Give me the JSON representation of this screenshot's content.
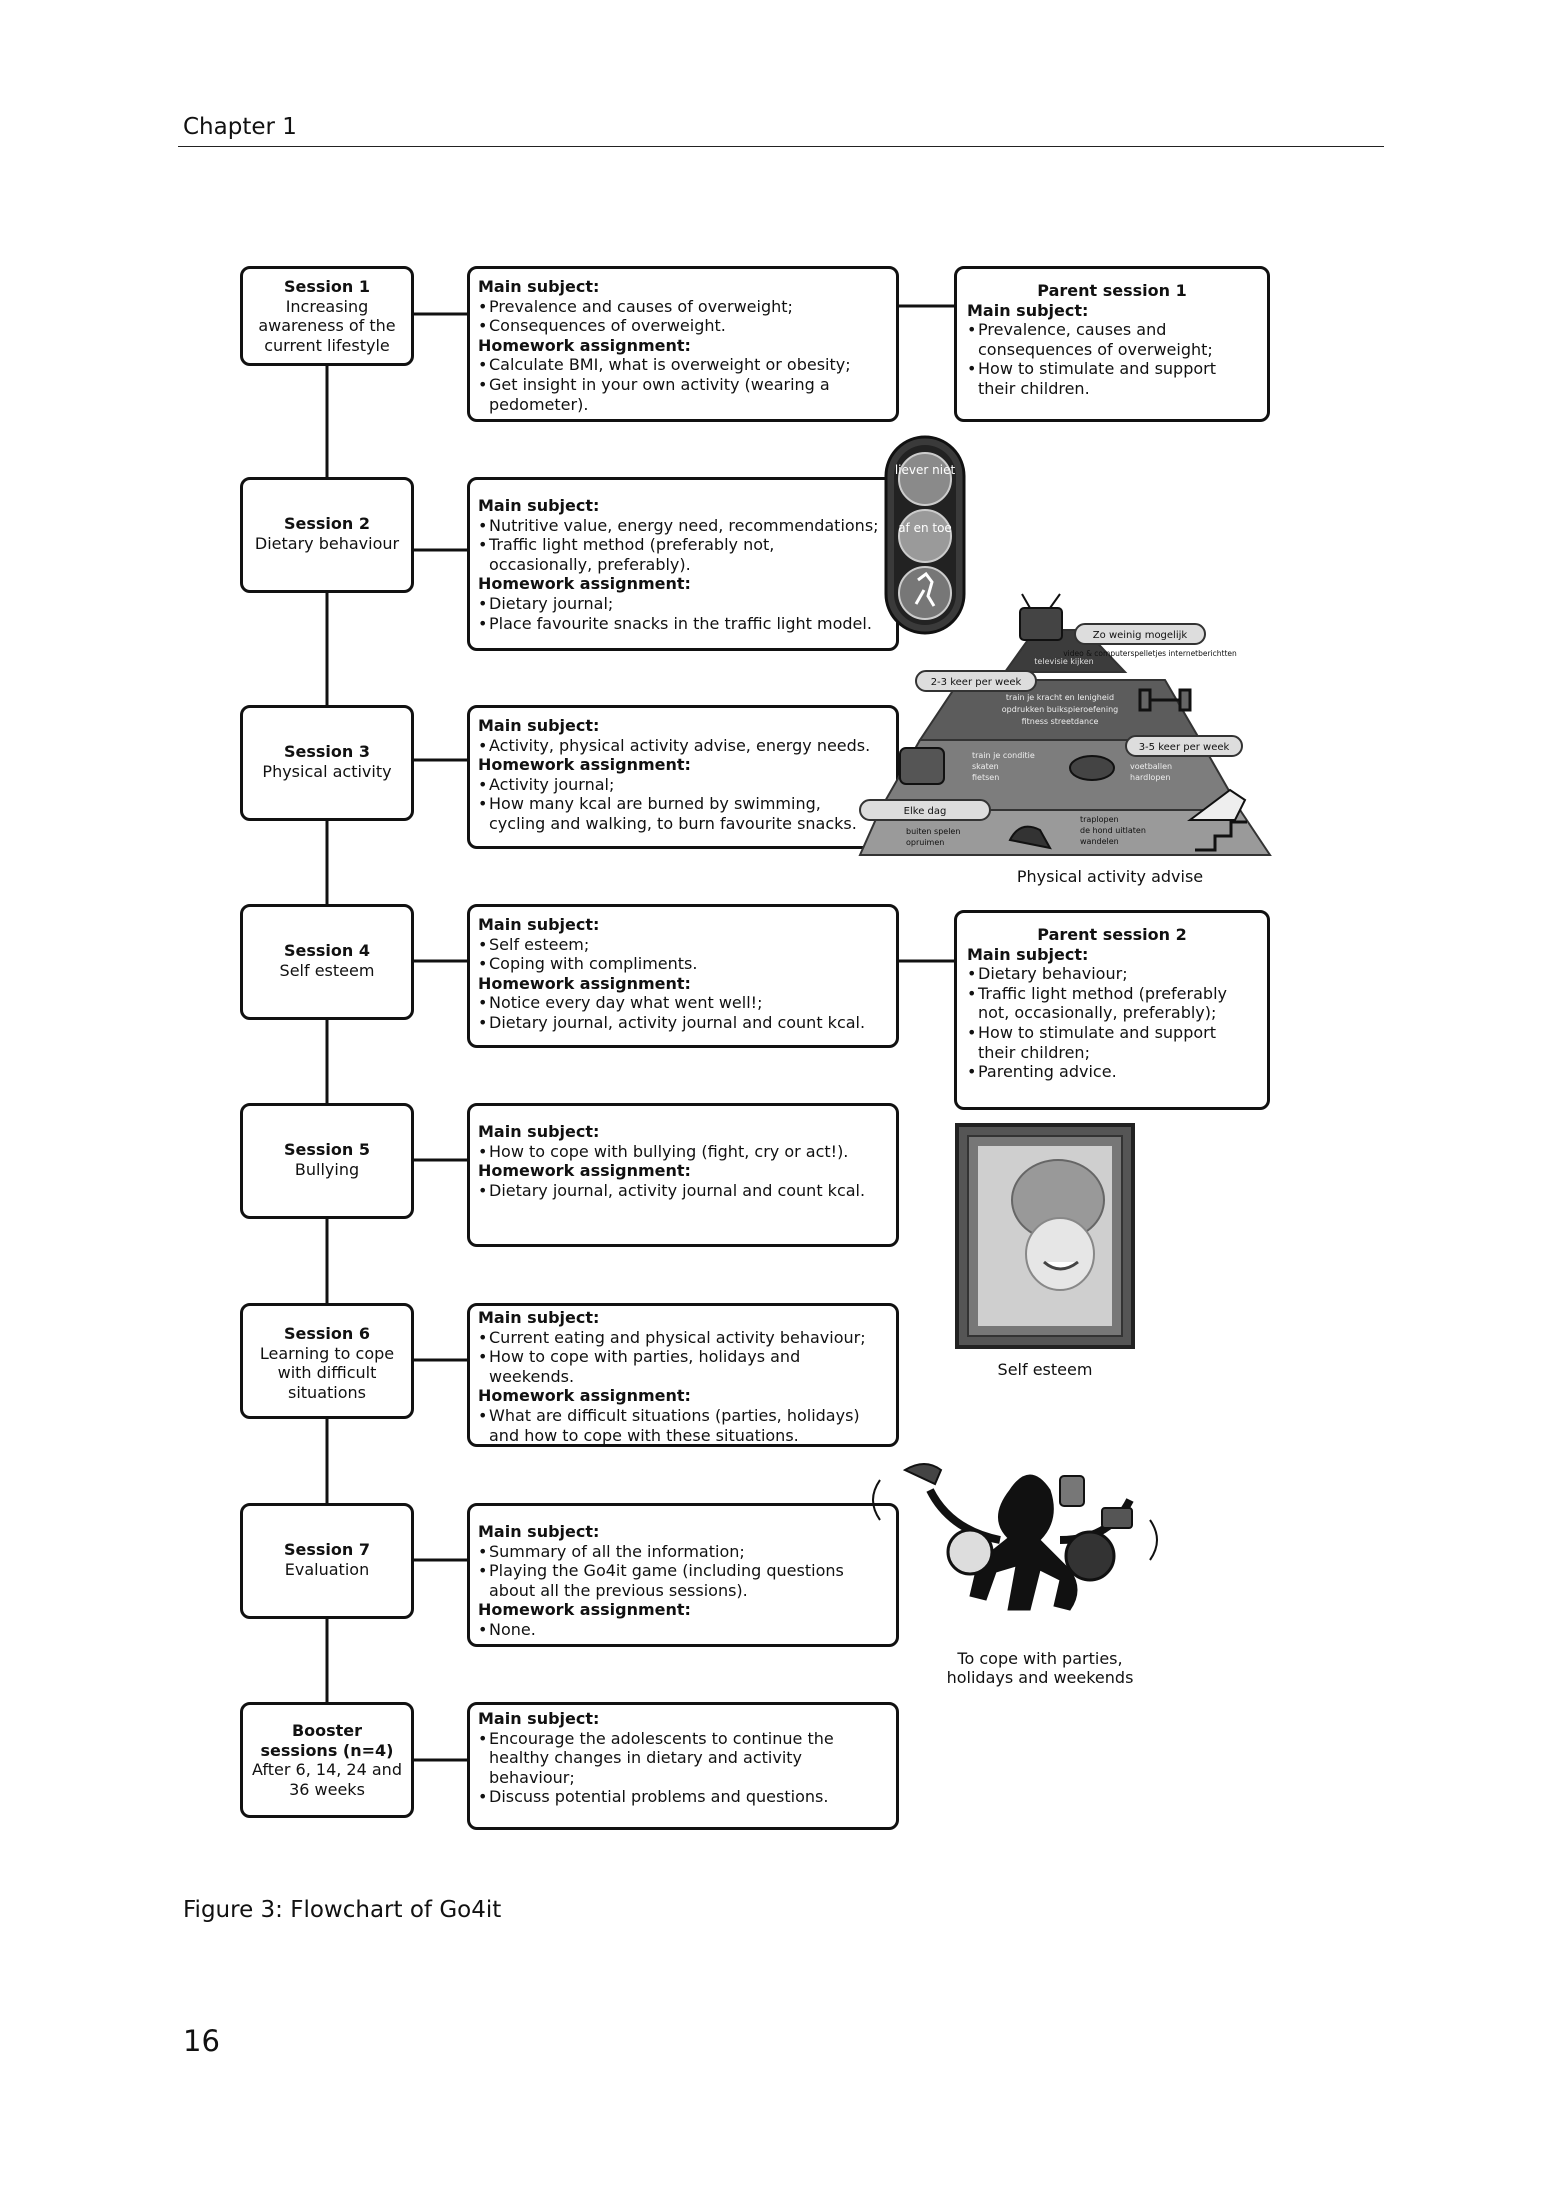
{
  "header": {
    "chapter": "Chapter 1"
  },
  "sessions": [
    {
      "title": "Session 1",
      "sub": "Increasing awareness of the current lifestyle"
    },
    {
      "title": "Session 2",
      "sub": "Dietary behaviour"
    },
    {
      "title": "Session 3",
      "sub": "Physical activity"
    },
    {
      "title": "Session 4",
      "sub": "Self esteem"
    },
    {
      "title": "Session 5",
      "sub": "Bullying"
    },
    {
      "title": "Session 6",
      "sub": "Learning to cope with difficult situations"
    },
    {
      "title": "Session 7",
      "sub": "Evaluation"
    },
    {
      "title": "Booster sessions (n=4)",
      "sub": "After 6, 14, 24 and 36 weeks"
    }
  ],
  "labels": {
    "main": "Main subject:",
    "homework": "Homework assignment:"
  },
  "content": [
    {
      "main": [
        "Prevalence and causes of overweight;",
        "Consequences of overweight."
      ],
      "homework": [
        "Calculate BMI, what is overweight or obesity;",
        "Get insight in your own activity (wearing a pedometer)."
      ]
    },
    {
      "main": [
        "Nutritive value, energy need, recommendations;",
        "Traffic light method (preferably not, occasionally, preferably)."
      ],
      "homework": [
        "Dietary journal;",
        "Place favourite snacks in the traffic light model."
      ]
    },
    {
      "main": [
        "Activity, physical activity advise, energy needs."
      ],
      "homework": [
        "Activity journal;",
        "How many kcal are burned by swimming, cycling and walking, to burn favourite snacks."
      ]
    },
    {
      "main": [
        "Self esteem;",
        "Coping with compliments."
      ],
      "homework": [
        "Notice every day what went well!;",
        "Dietary journal, activity journal and count kcal."
      ]
    },
    {
      "main": [
        "How to cope with bullying (fight, cry or act!)."
      ],
      "homework": [
        "Dietary journal, activity journal and count kcal."
      ]
    },
    {
      "main": [
        "Current eating and physical activity behaviour;",
        "How to cope with parties, holidays and weekends."
      ],
      "homework": [
        "What are difficult situations (parties, holidays) and how to cope with these situations."
      ]
    },
    {
      "main": [
        "Summary of all the information;",
        "Playing the Go4it game (including questions about all the previous sessions)."
      ],
      "homework": [
        "None."
      ]
    },
    {
      "main": [
        "Encourage the adolescents to continue the healthy  changes in dietary and activity behaviour;",
        "Discuss potential problems and questions."
      ],
      "homework": []
    }
  ],
  "parents": [
    {
      "title": "Parent session 1",
      "items": [
        "Prevalence, causes and consequences of overweight;",
        "How to stimulate and support their children."
      ]
    },
    {
      "title": "Parent session 2",
      "items": [
        "Dietary behaviour;",
        "Traffic light method (preferably not, occasionally, preferably);",
        "How to stimulate and support their children;",
        "Parenting advice."
      ]
    }
  ],
  "traffic_light": [
    "liever niet",
    "af en toe"
  ],
  "pyramid": {
    "top_tag": "Zo weinig mogelijk",
    "top_left": "televisie kijken",
    "top_right": "video & computerspelletjes internetberichtten",
    "tag2": "2-3 keer per week",
    "level2": [
      "train je kracht en lenigheid",
      "opdrukken   buikspieroefening",
      "fitness          streetdance"
    ],
    "tag3": "3-5 keer per week",
    "level3_left": [
      "train je conditie",
      "skaten",
      "fietsen"
    ],
    "level3_right": [
      "voetballen",
      "hardlopen"
    ],
    "tag4": "Elke dag",
    "level4_left": [
      "buiten spelen",
      "opruimen"
    ],
    "level4_right": [
      "traplopen",
      "de hond uitlaten",
      "wandelen"
    ]
  },
  "captions": {
    "physical": "Physical activity advise",
    "self_esteem": "Self esteem",
    "cope": "To cope with parties, holidays and weekends"
  },
  "figure_caption": "Figure 3: Flowchart of Go4it",
  "page_number": "16",
  "colors": {
    "ink": "#111111",
    "pyramid_dark": "#555555",
    "pyramid_mid": "#8a8a8a",
    "pyramid_light": "#bdbdbd"
  }
}
